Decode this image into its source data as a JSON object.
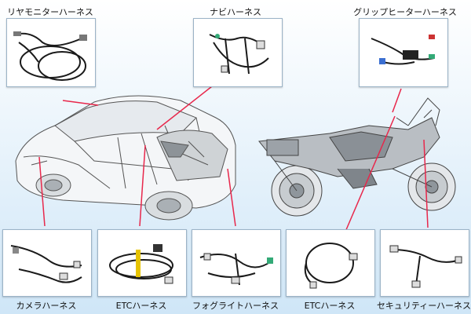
{
  "labels": {
    "rear_monitor": "リヤモニターハーネス",
    "navi": "ナビハーネス",
    "grip_heater": "グリップヒーターハーネス",
    "camera": "カメラハーネス",
    "etc_car": "ETCハーネス",
    "foglight": "フォグライトハーネス",
    "etc_bike": "ETCハーネス",
    "security": "セキュリティーハーネス"
  },
  "colors": {
    "leader_line": "#e8274b",
    "frame_border": "#9bb3c7",
    "wire": "#1a1a1a"
  }
}
